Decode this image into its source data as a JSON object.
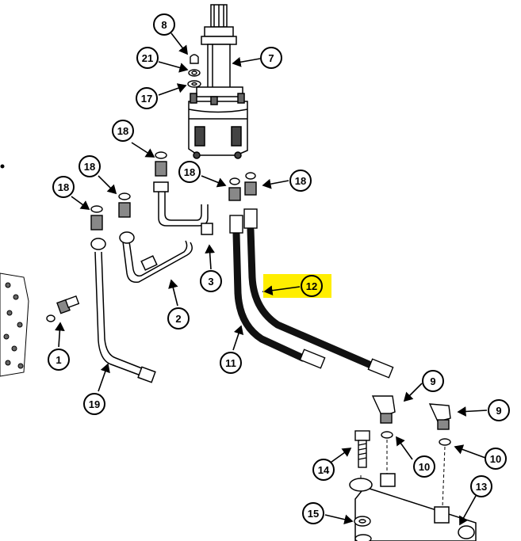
{
  "diagram": {
    "type": "exploded-parts-diagram",
    "highlight_color": "#ffee00",
    "highlighted_callout": "12",
    "callouts": [
      {
        "id": "c8",
        "label": "8"
      },
      {
        "id": "c7",
        "label": "7"
      },
      {
        "id": "c21",
        "label": "21"
      },
      {
        "id": "c17",
        "label": "17"
      },
      {
        "id": "c18a",
        "label": "18"
      },
      {
        "id": "c18b",
        "label": "18"
      },
      {
        "id": "c18c",
        "label": "18"
      },
      {
        "id": "c18d",
        "label": "18"
      },
      {
        "id": "c18e",
        "label": "18"
      },
      {
        "id": "c3",
        "label": "3"
      },
      {
        "id": "c2",
        "label": "2"
      },
      {
        "id": "c12",
        "label": "12"
      },
      {
        "id": "c1",
        "label": "1"
      },
      {
        "id": "c11",
        "label": "11"
      },
      {
        "id": "c19",
        "label": "19"
      },
      {
        "id": "c9a",
        "label": "9"
      },
      {
        "id": "c9b",
        "label": "9"
      },
      {
        "id": "c14",
        "label": "14"
      },
      {
        "id": "c10a",
        "label": "10"
      },
      {
        "id": "c10b",
        "label": "10"
      },
      {
        "id": "c13",
        "label": "13"
      },
      {
        "id": "c15",
        "label": "15"
      }
    ]
  }
}
